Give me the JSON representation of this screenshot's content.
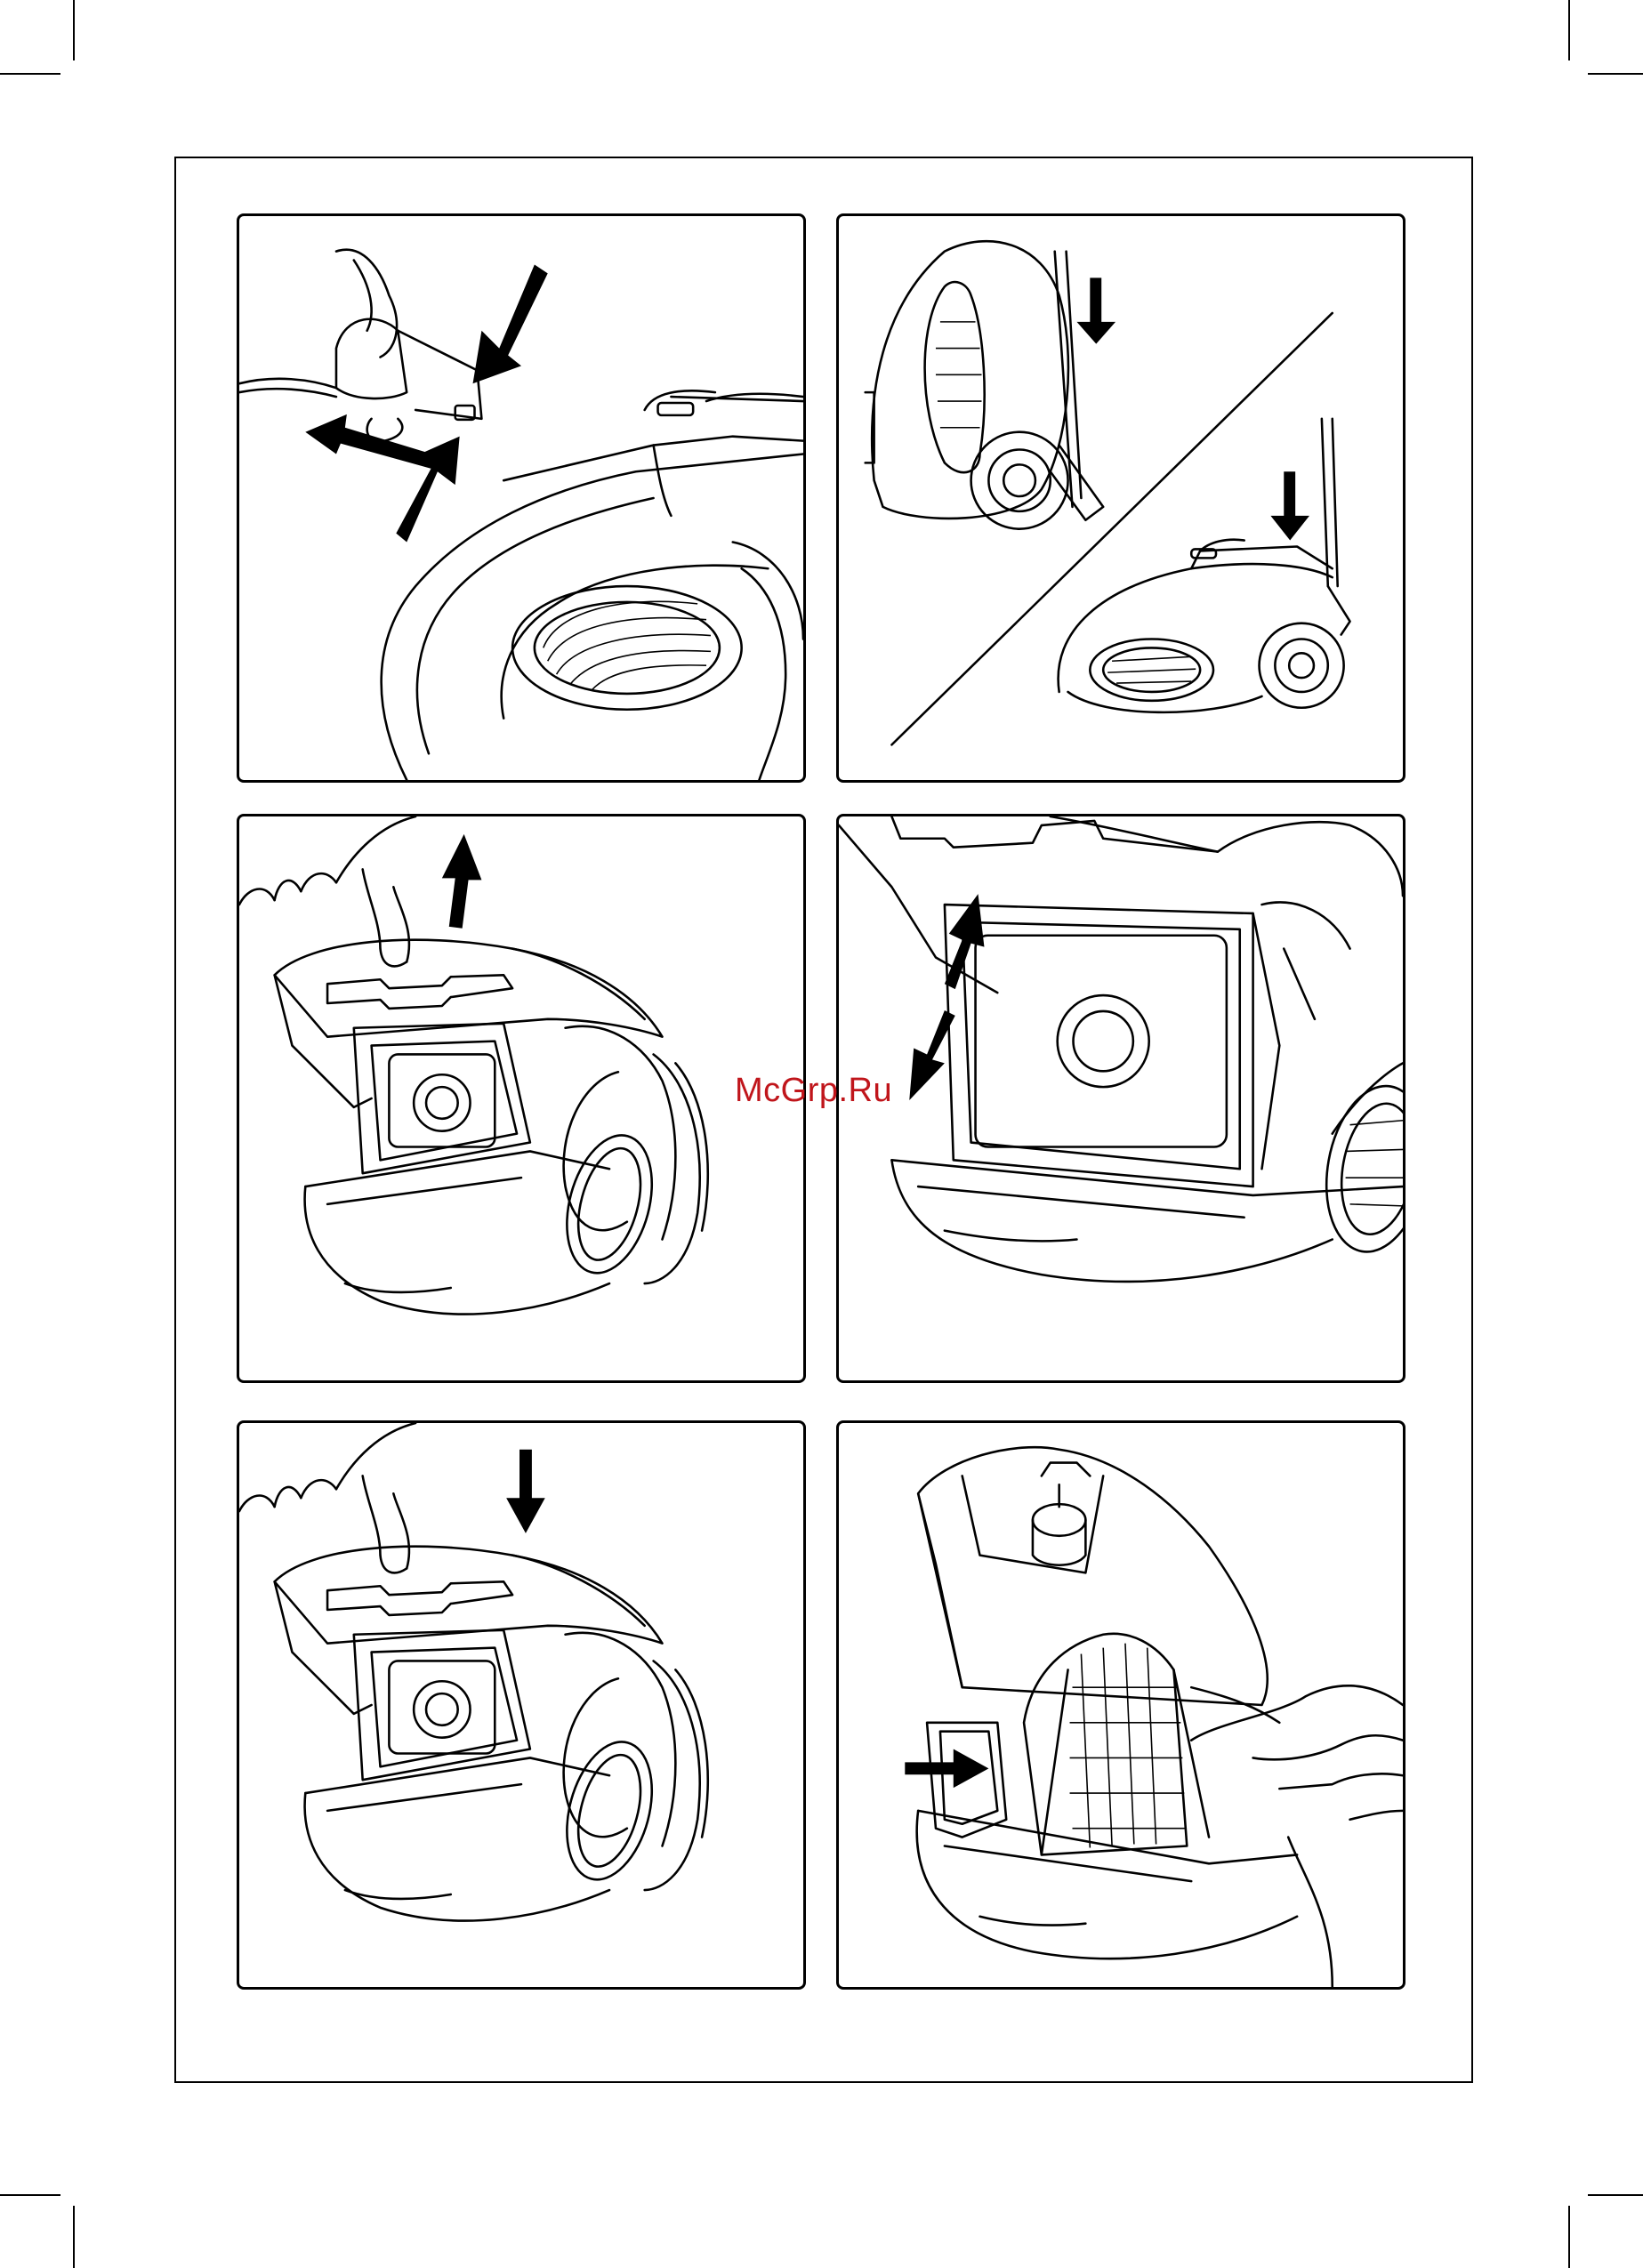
{
  "watermark": "McGrp.Ru",
  "figure": {
    "panels": [
      {
        "id": "panel-1",
        "icon": "hose-detach-illustration"
      },
      {
        "id": "panel-2",
        "icon": "parking-position-illustration"
      },
      {
        "id": "panel-3",
        "icon": "open-lid-illustration"
      },
      {
        "id": "panel-4",
        "icon": "insert-bag-illustration"
      },
      {
        "id": "panel-5",
        "icon": "close-lid-illustration"
      },
      {
        "id": "panel-6",
        "icon": "filter-replacement-illustration"
      }
    ]
  },
  "colors": {
    "line": "#000000",
    "watermark": "#c0151b",
    "background": "#ffffff"
  }
}
